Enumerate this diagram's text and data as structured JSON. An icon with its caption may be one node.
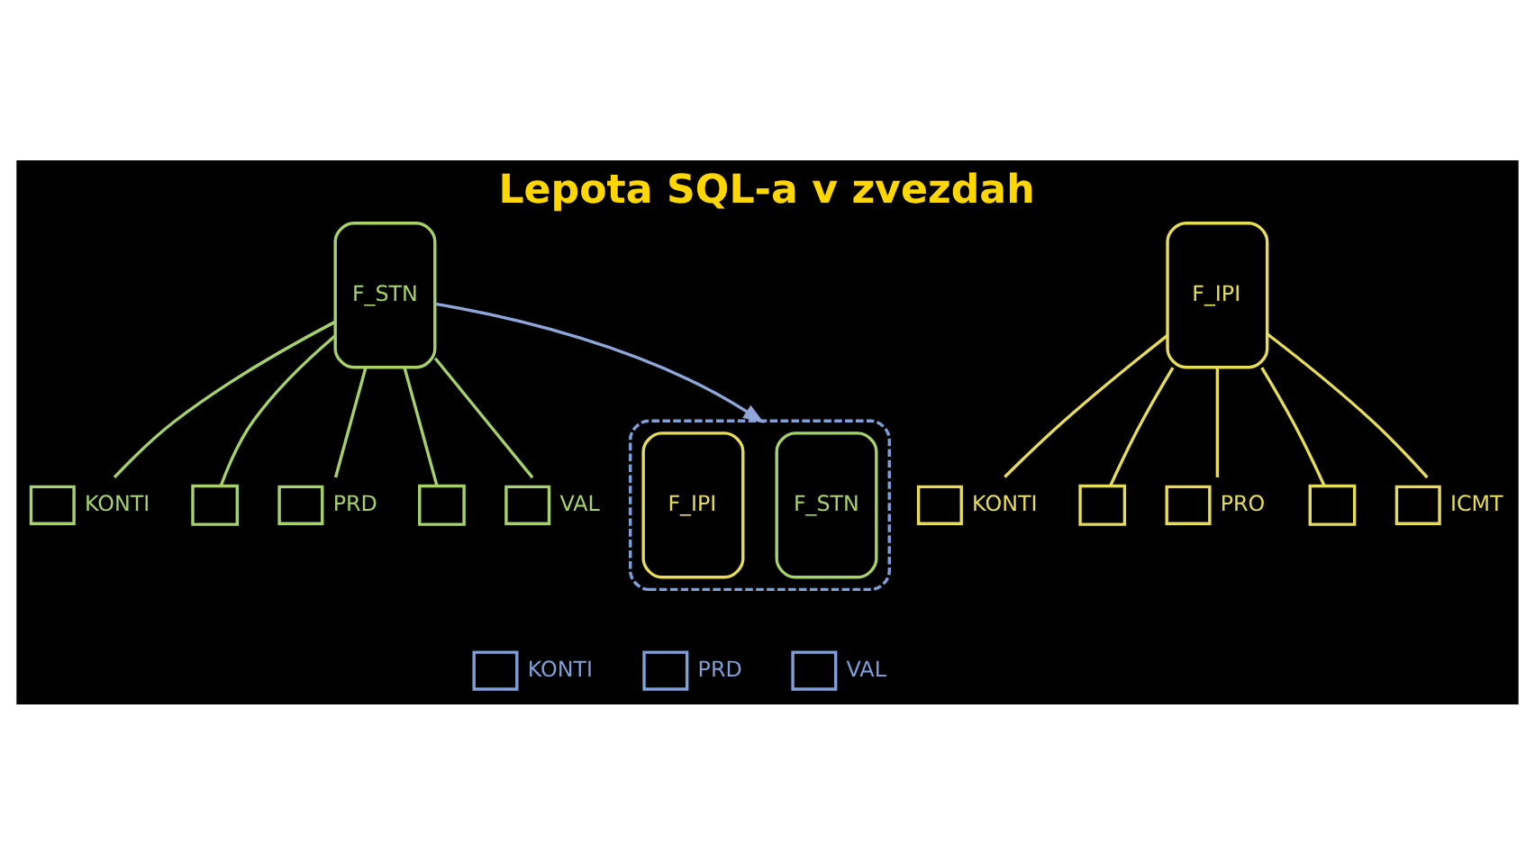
{
  "diagram": {
    "title": "Lepota SQL-a v zvezdah",
    "nodes": [
      {
        "text": [
          "F_STN"
        ]
      },
      {
        "text": [],
        "shape": "box",
        "beside": [
          "KONTI"
        ]
      },
      {
        "text": [],
        "shape": "box"
      },
      {
        "text": [],
        "shape": "box",
        "beside": [
          "PRD"
        ]
      },
      {
        "text": [],
        "shape": "box"
      },
      {
        "text": [],
        "shape": "box",
        "beside": [
          "VAL"
        ]
      },
      {
        "text": [
          "F_IPI"
        ]
      },
      {
        "text": [],
        "shape": "box",
        "beside": [
          "KONTI"
        ]
      },
      {
        "text": [],
        "shape": "box"
      },
      {
        "text": [],
        "shape": "box",
        "beside": [
          "PRO"
        ]
      },
      {
        "text": [],
        "shape": "box"
      },
      {
        "text": [],
        "shape": "box",
        "beside": [
          "ICMT"
        ]
      },
      {
        "text": [],
        "shape": "cloud"
      },
      {
        "text": [
          "F_STN"
        ],
        "in": 12
      },
      {
        "text": [
          "F_IPI"
        ],
        "in": 12
      },
      {
        "text": [],
        "shape": "box",
        "beside": [
          "KONTI"
        ]
      },
      {
        "text": [],
        "shape": "box",
        "beside": [
          "PRD"
        ]
      },
      {
        "text": [],
        "shape": "box",
        "beside": [
          "VAL"
        ]
      }
    ],
    "edges": [
      {
        "from": 0,
        "to": 1,
        "arrow": "none",
        "color": "#a6d16b"
      },
      {
        "from": 0,
        "to": 2,
        "arrow": "none",
        "color": "#a6d16b"
      },
      {
        "from": 0,
        "to": 3,
        "arrow": "none",
        "color": "#a6d16b"
      },
      {
        "from": 0,
        "to": 4,
        "arrow": "none",
        "color": "#a6d16b"
      },
      {
        "from": 0,
        "to": 5,
        "arrow": "none",
        "color": "#a6d16b"
      },
      {
        "from": 6,
        "to": 7,
        "arrow": "none",
        "color": "#e6dc5a"
      },
      {
        "from": 6,
        "to": 8,
        "arrow": "none",
        "color": "#e6dc5a"
      },
      {
        "from": 6,
        "to": 9,
        "arrow": "none",
        "color": "#e6dc5a"
      },
      {
        "from": 6,
        "to": 10,
        "arrow": "none",
        "color": "#e6dc5a"
      },
      {
        "from": 6,
        "to": 11,
        "arrow": "none",
        "color": "#e6dc5a"
      },
      {
        "from": 0,
        "to": 12,
        "arrow": "to",
        "color": "#8fa6d8"
      }
    ]
  }
}
